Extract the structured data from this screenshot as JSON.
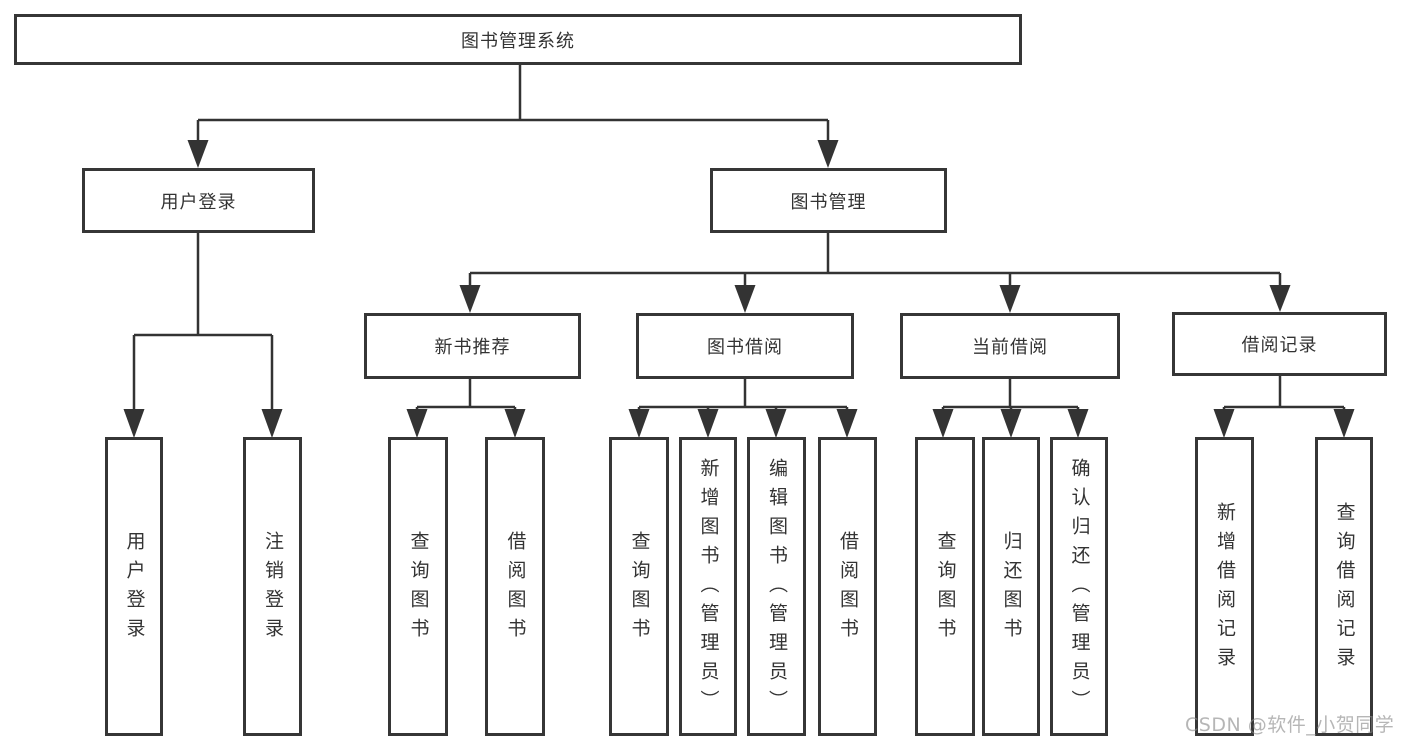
{
  "diagram": {
    "type": "hierarchy-tree",
    "title": "图书管理系统"
  },
  "nodes": {
    "root": "图书管理系统",
    "user_login": "用户登录",
    "book_mgmt": "图书管理",
    "new_book_rec": "新书推荐",
    "book_borrow": "图书借阅",
    "current_borrow": "当前借阅",
    "borrow_records": "借阅记录",
    "user_login_leaf": "用户登录",
    "logout_leaf": "注销登录",
    "rec_query_books": "查询图书",
    "rec_borrow_books": "借阅图书",
    "bb_query_books": "查询图书",
    "bb_add_books": "新增图书（管理员）",
    "bb_edit_books": "编辑图书（管理员）",
    "bb_borrow_books": "借阅图书",
    "cb_query_books": "查询图书",
    "cb_return_books": "归还图书",
    "cb_confirm_return": "确认归还（管理员）",
    "br_add_record": "新增借阅记录",
    "br_query_record": "查询借阅记录"
  },
  "hierarchy": {
    "图书管理系统": {
      "用户登录": [
        "用户登录",
        "注销登录"
      ],
      "图书管理": {
        "新书推荐": [
          "查询图书",
          "借阅图书"
        ],
        "图书借阅": [
          "查询图书",
          "新增图书（管理员）",
          "编辑图书（管理员）",
          "借阅图书"
        ],
        "当前借阅": [
          "查询图书",
          "归还图书",
          "确认归还（管理员）"
        ],
        "借阅记录": [
          "新增借阅记录",
          "查询借阅记录"
        ]
      }
    }
  },
  "watermark": "CSDN @软件_小贺同学",
  "colors": {
    "line": "#333333",
    "border": "#363636",
    "text": "#333333",
    "background": "#ffffff",
    "watermark_gray": "#8a8a8a"
  }
}
